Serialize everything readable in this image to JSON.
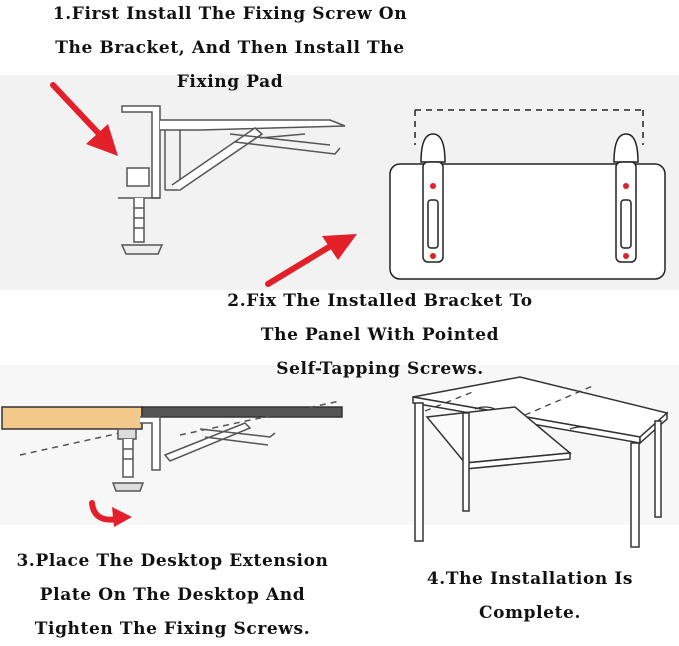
{
  "steps": [
    {
      "lines": [
        "1.First Install The Fixing Screw On",
        "The Bracket, And Then Install The",
        "Fixing Pad"
      ]
    },
    {
      "lines": [
        "2.Fix The Installed Bracket To",
        "The Panel With Pointed",
        "Self-Tapping Screws."
      ]
    },
    {
      "lines": [
        "3.Place The Desktop Extension",
        "Plate On The Desktop And",
        "Tighten The Fixing Screws."
      ]
    },
    {
      "lines": [
        "4.The Installation Is",
        "Complete."
      ]
    }
  ],
  "colors": {
    "arrow": "#e3202a",
    "line": "#555555",
    "wood": "#f3c98b",
    "panel_fill": "#ffffff",
    "background_band": "#f2f2f2"
  }
}
